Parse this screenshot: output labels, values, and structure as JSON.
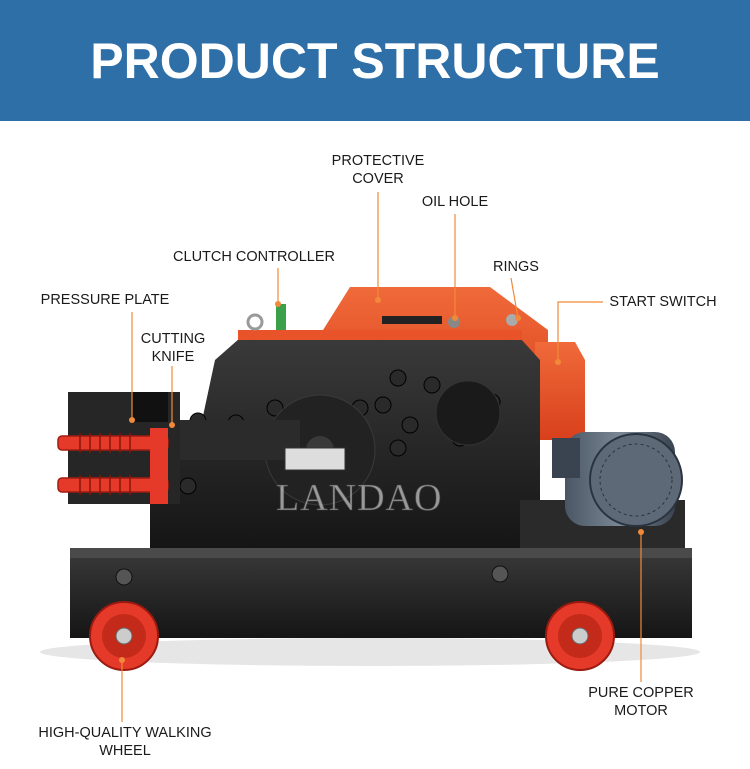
{
  "header": {
    "title": "PRODUCT STRUCTURE"
  },
  "brand": {
    "watermark": "LANDAO"
  },
  "colors": {
    "banner": "#2f6fa7",
    "accent": "#e8532a",
    "machine_body": "#1e1e1e",
    "leader_line": "#f08a3a"
  },
  "callouts": {
    "protective_cover": [
      "PROTECTIVE",
      "COVER"
    ],
    "oil_hole": "OIL HOLE",
    "clutch_controller": "CLUTCH CONTROLLER",
    "rings": "RINGS",
    "pressure_plate": "PRESSURE PLATE",
    "start_switch": "START SWITCH",
    "cutting_knife": [
      "CUTTING",
      "KNIFE"
    ],
    "pure_copper_motor": [
      "PURE COPPER",
      "MOTOR"
    ],
    "walking_wheel": [
      "HIGH-QUALITY WALKING",
      "WHEEL"
    ]
  }
}
